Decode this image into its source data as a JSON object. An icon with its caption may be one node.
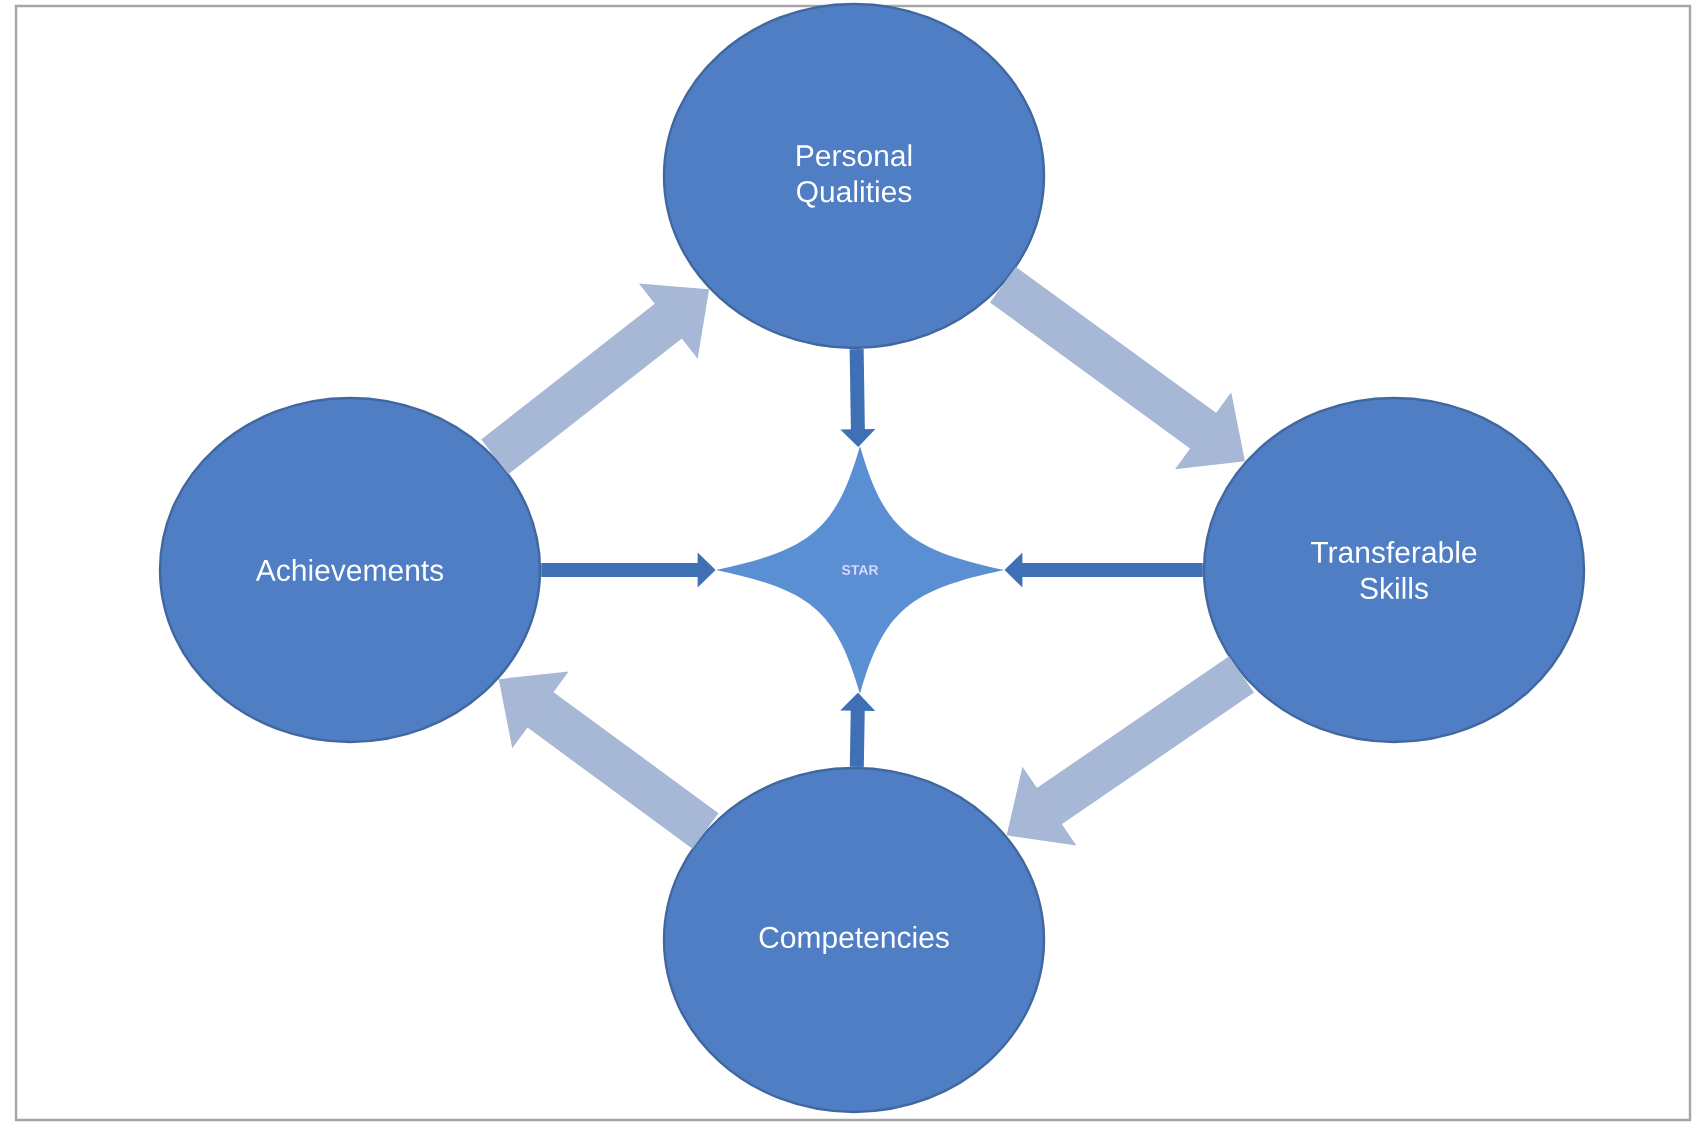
{
  "diagram": {
    "nodes": [
      {
        "text": [
          "Personal Qualities"
        ]
      },
      {
        "text": [
          "Transferable Skills"
        ]
      },
      {
        "text": [
          "Competencies"
        ]
      },
      {
        "text": [
          "Achievements"
        ]
      },
      {
        "text": [
          "STAR"
        ]
      }
    ],
    "edges": [
      {
        "from": 3,
        "to": 0,
        "arrow": "to",
        "style": "thick",
        "color": "#a7b7d6"
      },
      {
        "from": 0,
        "to": 1,
        "arrow": "to",
        "style": "thick",
        "color": "#a7b7d6"
      },
      {
        "from": 1,
        "to": 2,
        "arrow": "to",
        "style": "thick",
        "color": "#a7b7d6"
      },
      {
        "from": 2,
        "to": 3,
        "arrow": "to",
        "style": "thick",
        "color": "#a7b7d6"
      },
      {
        "from": 0,
        "to": 4,
        "arrow": "to",
        "color": "#3f6fb5"
      },
      {
        "from": 1,
        "to": 4,
        "arrow": "to",
        "color": "#3f6fb5"
      },
      {
        "from": 2,
        "to": 4,
        "arrow": "to",
        "color": "#3f6fb5"
      },
      {
        "from": 3,
        "to": 4,
        "arrow": "to",
        "color": "#3f6fb5"
      }
    ]
  }
}
